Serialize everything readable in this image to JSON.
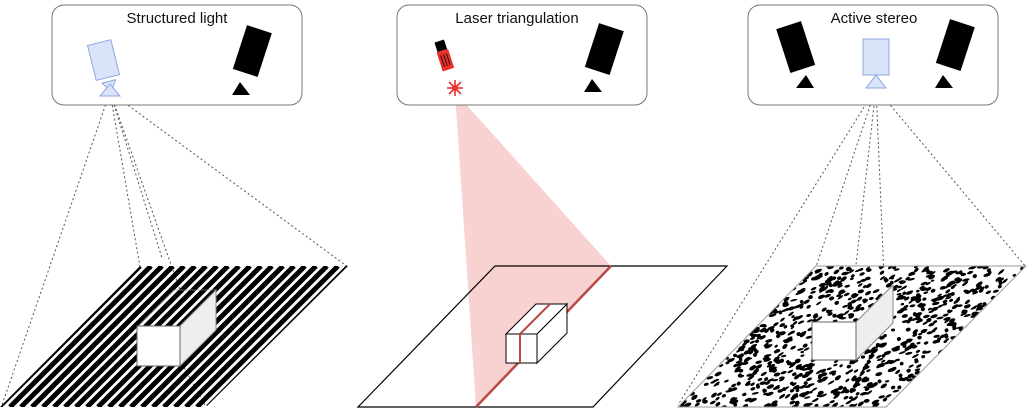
{
  "panels": [
    {
      "title": "Structured light"
    },
    {
      "title": "Laser triangulation"
    },
    {
      "title": "Active stereo"
    }
  ],
  "colors": {
    "projector_fill": "#d9e4fb",
    "projector_stroke": "#8fa7e0",
    "laser_red": "#e8312a",
    "laser_beam": "#f7c9c9",
    "laser_line": "#b94a48",
    "camera": "#000000",
    "box_border": "#888888"
  },
  "icons": [
    "projector-icon",
    "camera-icon",
    "laser-icon"
  ]
}
